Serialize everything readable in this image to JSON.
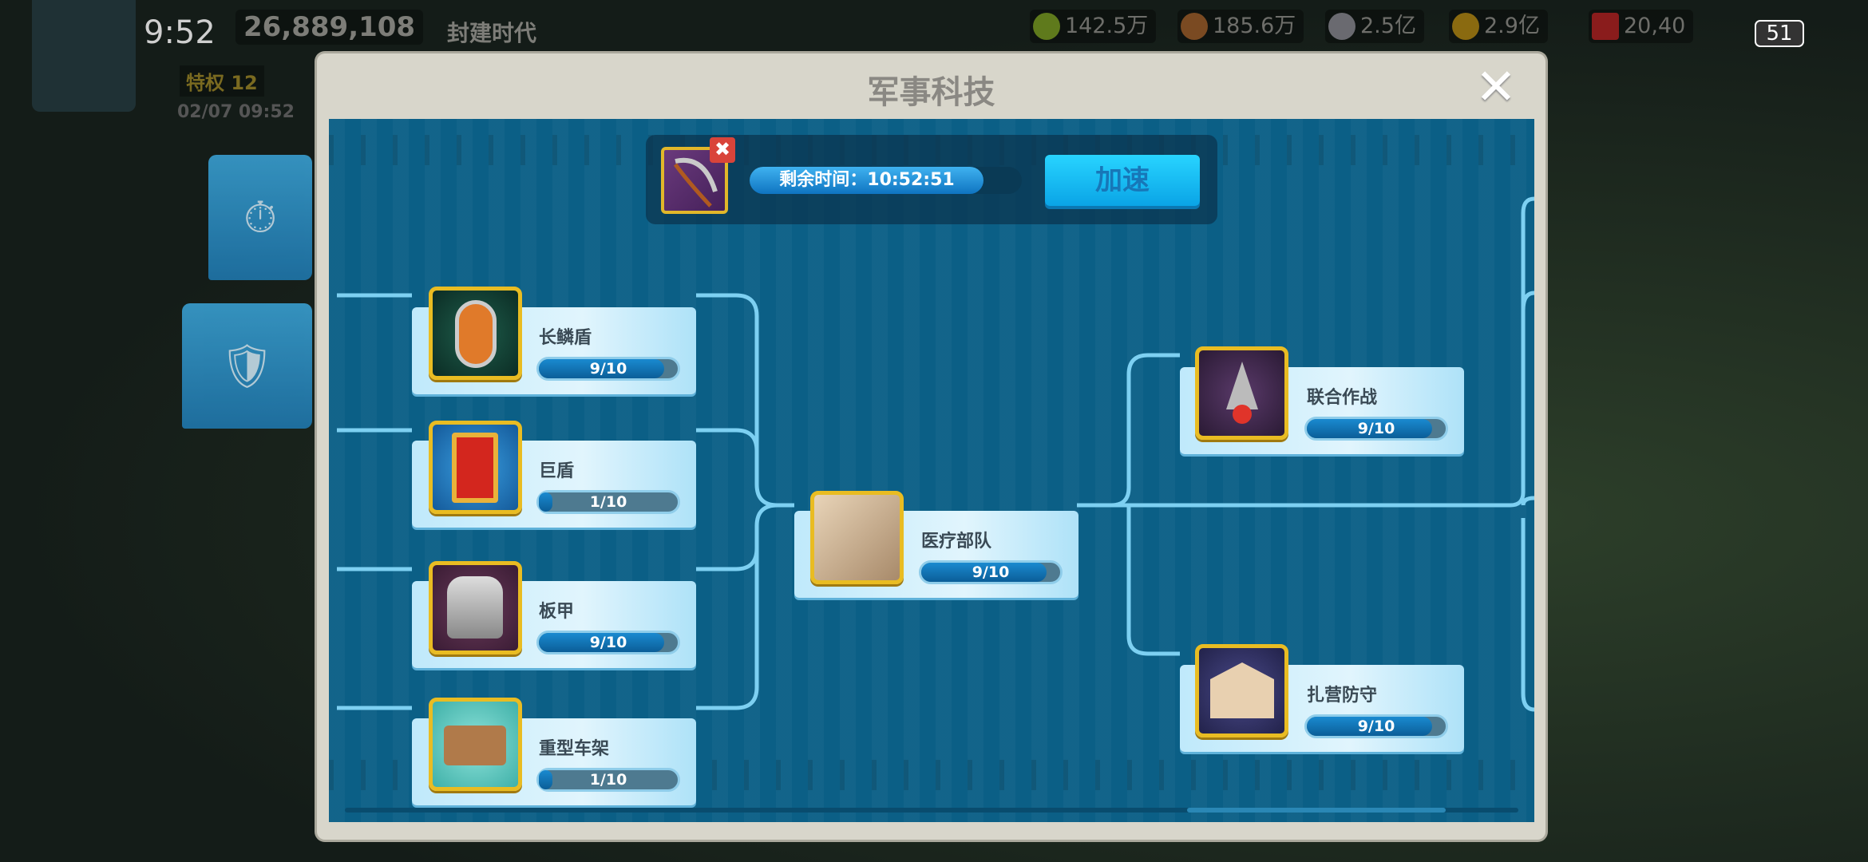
{
  "status_bar": {
    "time": "9:52",
    "battery": "51"
  },
  "hud": {
    "power": "26,889,108",
    "era": "封建时代",
    "privilege": "特权 12",
    "datetime": "02/07 09:52",
    "resources": [
      {
        "icon": "corn-icon",
        "value": "142.5万",
        "color": "#6a8a20"
      },
      {
        "icon": "wood-icon",
        "value": "185.6万",
        "color": "#8a5a2a"
      },
      {
        "icon": "stone-icon",
        "value": "2.5亿",
        "color": "#7a7a80"
      },
      {
        "icon": "gold-icon",
        "value": "2.9亿",
        "color": "#9a7a10"
      },
      {
        "icon": "gem-icon",
        "value": "20,40",
        "color": "#8a2020"
      }
    ]
  },
  "dialog": {
    "title": "军事科技",
    "close": "✕"
  },
  "research": {
    "time_label": "剩余时间：10:52:51",
    "progress": 0.86,
    "speed_up": "加速",
    "cancel": "✖"
  },
  "techs": {
    "left": [
      {
        "name": "长鳞盾",
        "progress": "9/10",
        "level": 9,
        "max": 10
      },
      {
        "name": "巨盾",
        "progress": "1/10",
        "level": 1,
        "max": 10
      },
      {
        "name": "板甲",
        "progress": "9/10",
        "level": 9,
        "max": 10
      },
      {
        "name": "重型车架",
        "progress": "1/10",
        "level": 1,
        "max": 10
      }
    ],
    "middle": [
      {
        "name": "医疗部队",
        "progress": "9/10",
        "level": 9,
        "max": 10
      }
    ],
    "right": [
      {
        "name": "联合作战",
        "progress": "9/10",
        "level": 9,
        "max": 10
      },
      {
        "name": "扎营防守",
        "progress": "9/10",
        "level": 9,
        "max": 10
      }
    ]
  }
}
